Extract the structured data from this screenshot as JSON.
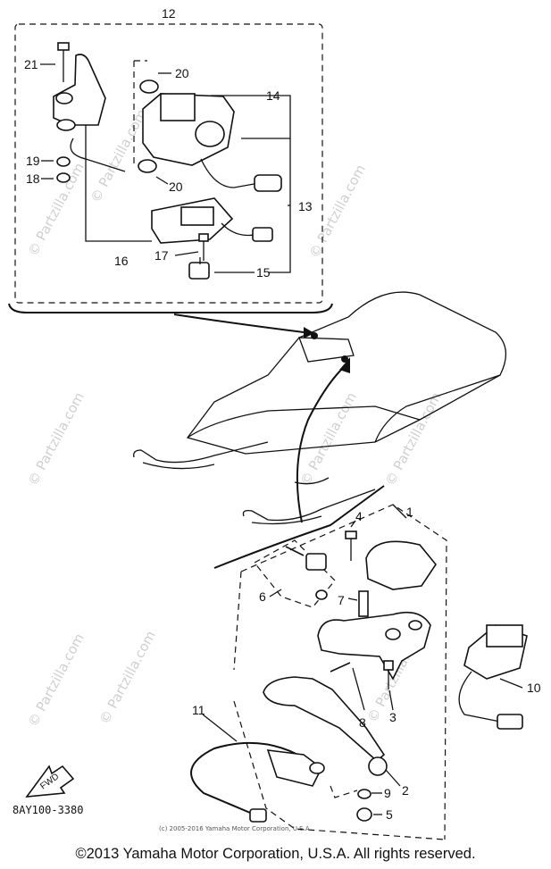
{
  "watermark": "© Partzilla.com",
  "diagram_code": "8AY100-3380",
  "small_copyright": "(c) 2005-2016 Yamaha Motor Corporation, U.S.A.",
  "copyright": "©2013 Yamaha Motor Corporation, U.S.A. All rights reserved.",
  "fwd_label": "FWD",
  "callouts": {
    "c1": "1",
    "c2": "2",
    "c3": "3",
    "c4": "4",
    "c5": "5",
    "c6": "6",
    "c7": "7",
    "c8": "8",
    "c9": "9",
    "c10": "10",
    "c11": "11",
    "c12": "12",
    "c13": "13",
    "c14": "14",
    "c15": "15",
    "c16": "16",
    "c17": "17",
    "c18": "18",
    "c19": "19",
    "c20a": "20",
    "c20b": "20",
    "c21": "21"
  }
}
